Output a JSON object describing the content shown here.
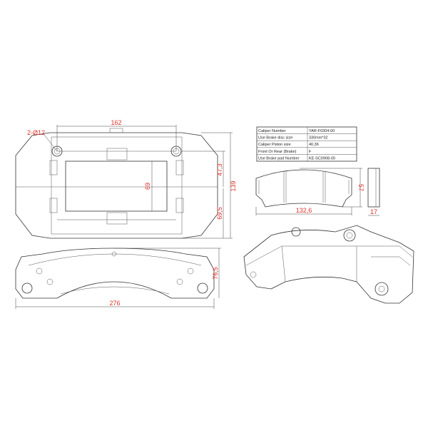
{
  "colors": {
    "line": "#333333",
    "dimension_text": "#e0302a"
  },
  "top_view": {
    "width_dim": "162",
    "hole_note": "2-Ø12",
    "pad_height_dim": "69",
    "upper_dim": "47,3",
    "lower_dim": "69,5",
    "overall_height_dim": "139"
  },
  "spec_table": {
    "rows": [
      {
        "label": "Caliper Number",
        "value": "YAR-F0304-00"
      },
      {
        "label": "Use Brake disc  size",
        "value": "330mm*32"
      },
      {
        "label": "Caliper Piston size",
        "value": "40,36"
      },
      {
        "label": "Front Or Rear (Brake)",
        "value": "F"
      },
      {
        "label": "Use Brake  pad Number",
        "value": "KE-SC0908-00"
      }
    ]
  },
  "pad_view": {
    "height_dim": "57",
    "width_dim": "132,6",
    "thickness_dim": "17"
  },
  "side_view": {
    "length_dim": "276",
    "height_dim": "76,5"
  }
}
